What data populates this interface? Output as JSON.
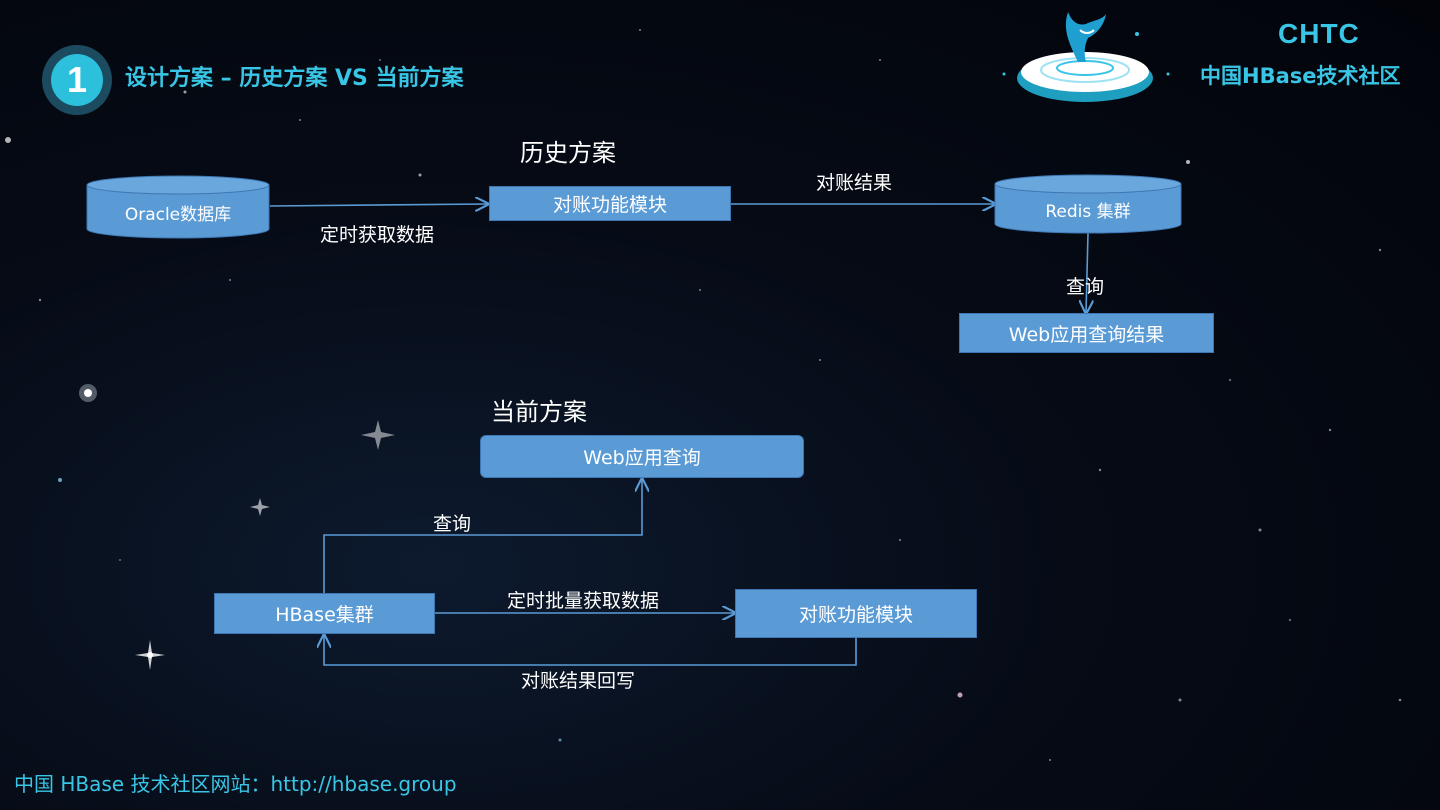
{
  "header": {
    "number": "1",
    "title": "设计方案 – 历史方案 VS 当前方案"
  },
  "brand": {
    "name_en": "CHTC",
    "name_cn": "中国HBase技术社区"
  },
  "history": {
    "title": "历史方案",
    "oracle": "Oracle数据库",
    "recon_module": "对账功能模块",
    "redis": "Redis 集群",
    "web_result": "Web应用查询结果",
    "edge_fetch": "定时获取数据",
    "edge_result": "对账结果",
    "edge_query": "查询"
  },
  "current": {
    "title": "当前方案",
    "web_query": "Web应用查询",
    "hbase": "HBase集群",
    "recon_module": "对账功能模块",
    "edge_query": "查询",
    "edge_batch": "定时批量获取数据",
    "edge_writeback": "对账结果回写"
  },
  "footer": {
    "text": "中国 HBase 技术社区网站：http://hbase.group"
  },
  "colors": {
    "accent": "#39c6e6",
    "box_fill": "#5b9bd5",
    "connector": "#5b9bd5"
  }
}
